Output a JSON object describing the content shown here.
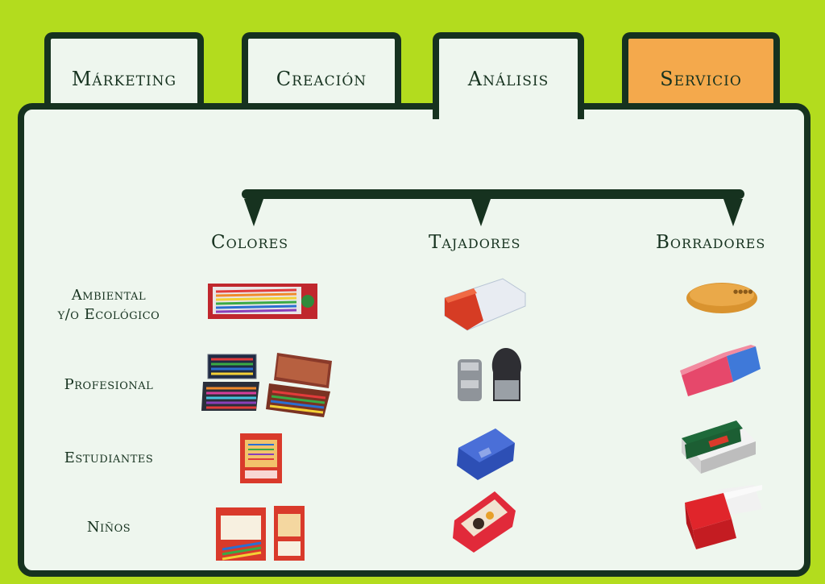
{
  "tabs": [
    {
      "label": "Márketing"
    },
    {
      "label": "Creación"
    },
    {
      "label": "Análisis"
    },
    {
      "label": "Servicio"
    }
  ],
  "columns": [
    {
      "label": "Colores"
    },
    {
      "label": "Tajadores"
    },
    {
      "label": "Borradores"
    }
  ],
  "rows": [
    {
      "label_line1": "Ambiental",
      "label_line2": "y/o Ecológico"
    },
    {
      "label": "Profesional"
    },
    {
      "label": "Estudiantes"
    },
    {
      "label": "Niños"
    }
  ],
  "icons": {
    "colors_products": "colored-pencils-box",
    "sharpener_products": "pencil-sharpener",
    "eraser_products": "eraser"
  },
  "colors": {
    "background": "#b3dc1e",
    "dark": "#16321f",
    "panel": "#eef6ee",
    "service_tab": "#f4a94c"
  }
}
